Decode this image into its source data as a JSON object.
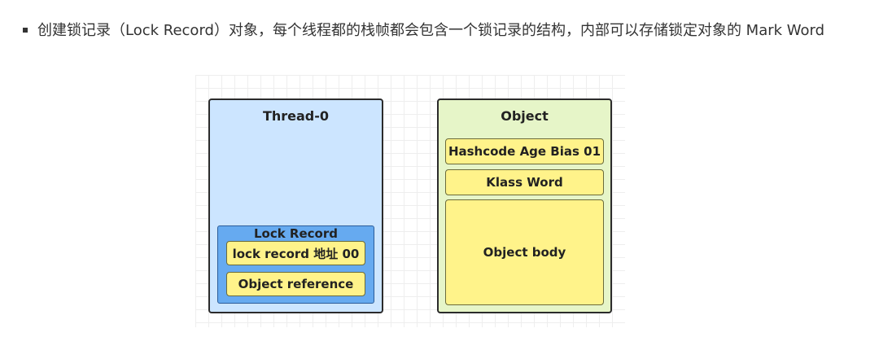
{
  "bullet": {
    "text": "创建锁记录（Lock Record）对象，每个线程都的栈帧都会包含一个锁记录的结构，内部可以存储锁定对象的 Mark Word"
  },
  "diagram": {
    "thread": {
      "title": "Thread-0",
      "lock_record": {
        "title": "Lock Record",
        "fields": [
          "lock record 地址 00",
          "Object reference"
        ]
      }
    },
    "object": {
      "title": "Object",
      "fields": [
        "Hashcode Age Bias 01",
        "Klass Word",
        "Object body"
      ]
    },
    "colors": {
      "thread_fill": "#cce5ff",
      "lock_record_fill": "#66aaf0",
      "cell_fill": "#fff38a",
      "object_fill": "#e6f5c8"
    }
  }
}
